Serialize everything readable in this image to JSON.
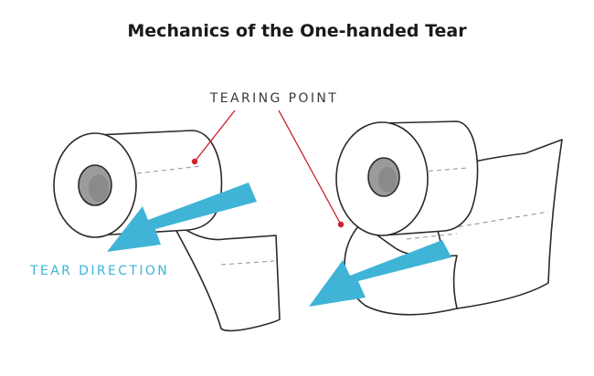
{
  "title": "Mechanics of the One-handed Tear",
  "labels": {
    "tearing_point": "TEARING POINT",
    "tear_direction": "TEAR DIRECTION"
  },
  "colors": {
    "title": "#1a1a1a",
    "label_dark": "#3a3a3a",
    "arrow": "#3fb4d6",
    "pointer_line": "#c8202b",
    "tearing_dot": "#d21f2b",
    "outline": "#2a2a2a",
    "core": "#9b9b9b"
  }
}
